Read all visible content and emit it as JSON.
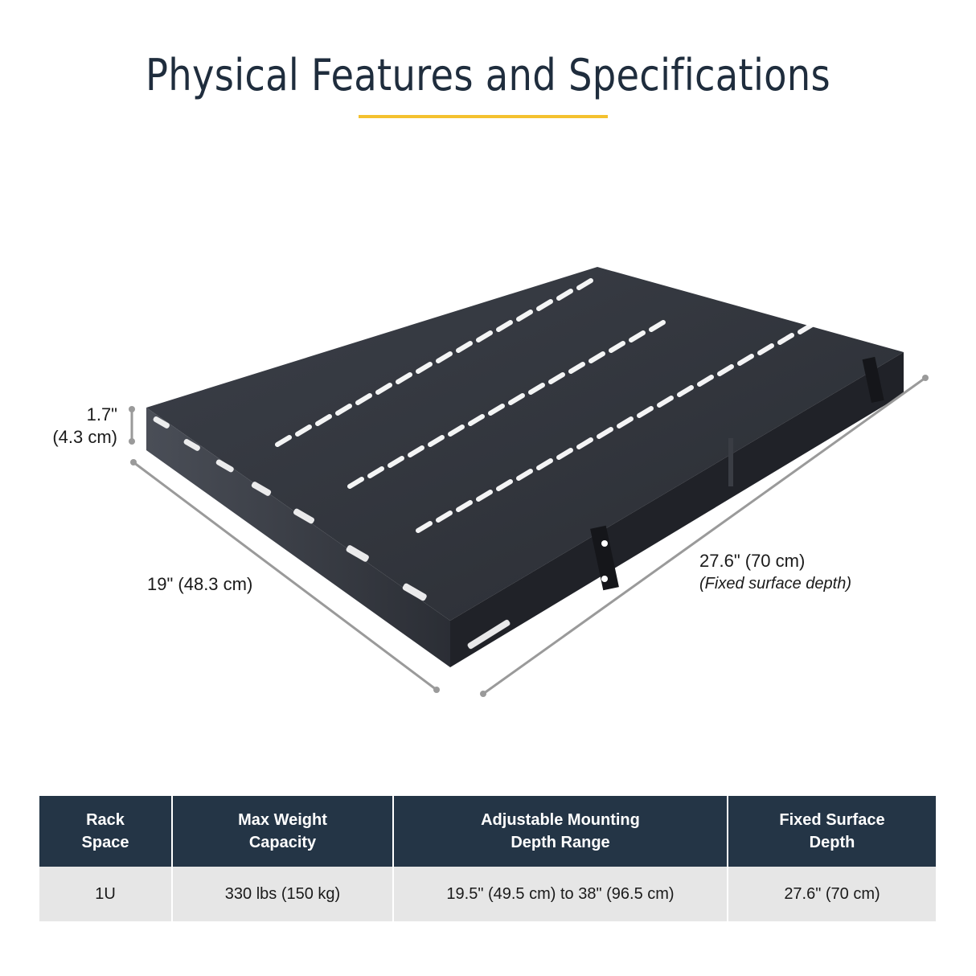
{
  "header": {
    "title": "Physical Features and Specifications",
    "underline_color": "#f4c12f"
  },
  "dimensions": {
    "height": {
      "line1": "1.7\"",
      "line2": "(4.3 cm)"
    },
    "width": {
      "label": "19\" (48.3 cm)"
    },
    "depth": {
      "label": "27.6\" (70 cm)",
      "note": "(Fixed surface depth)"
    }
  },
  "product_image": {
    "description": "Black vented 1U rack-mount shelf with adjustable mounting brackets"
  },
  "spec_table": {
    "header_bg": "#243546",
    "row_bg": "#e6e6e6",
    "columns": [
      {
        "line1": "Rack",
        "line2": "Space"
      },
      {
        "line1": "Max Weight",
        "line2": "Capacity"
      },
      {
        "line1": "Adjustable Mounting",
        "line2": "Depth Range"
      },
      {
        "line1": "Fixed Surface",
        "line2": "Depth"
      }
    ],
    "rows": [
      [
        "1U",
        "330 lbs (150 kg)",
        "19.5\" (49.5 cm) to 38\" (96.5 cm)",
        "27.6\" (70 cm)"
      ]
    ]
  }
}
